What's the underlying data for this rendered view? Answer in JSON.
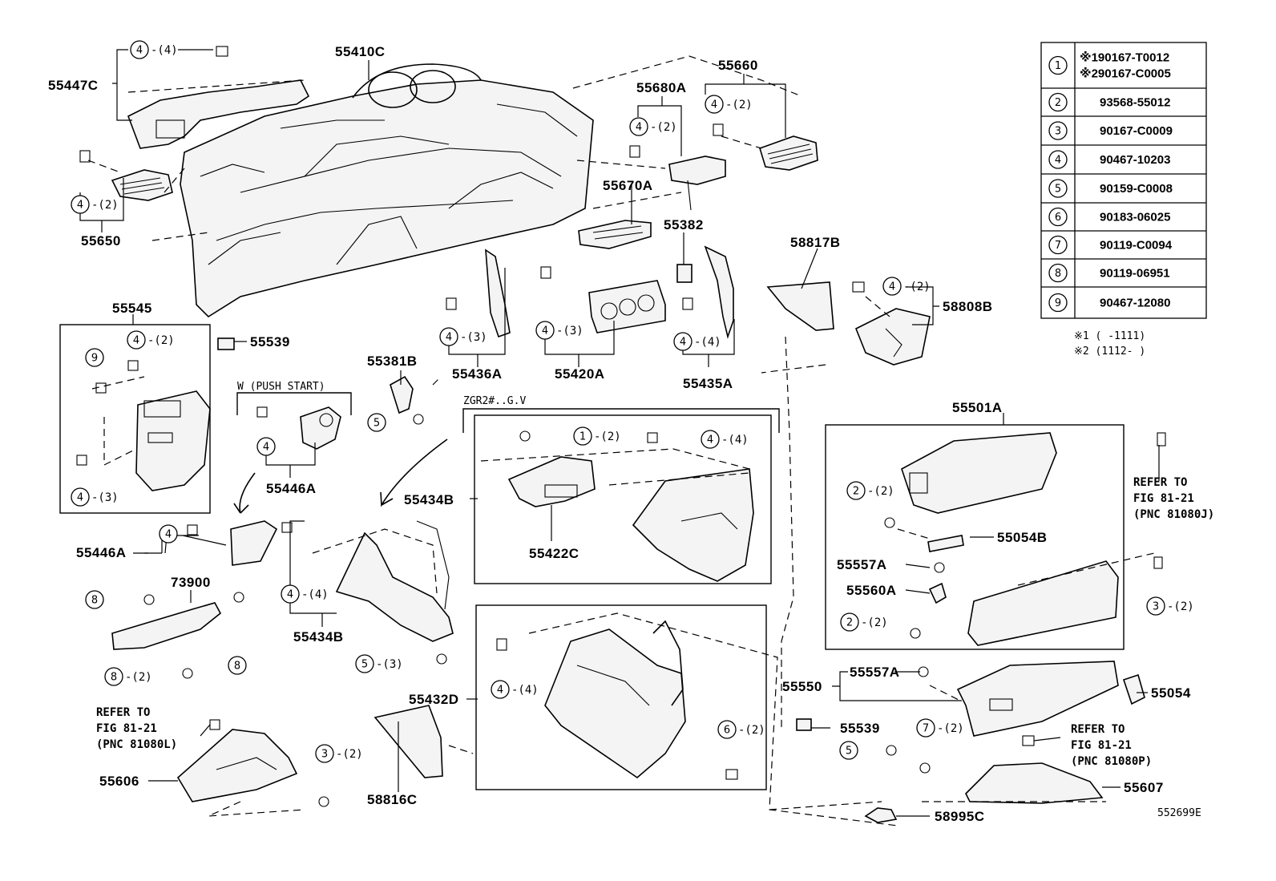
{
  "diagram_code": "552699E",
  "labels": {
    "p55447C": "55447C",
    "p55410C": "55410C",
    "p55660": "55660",
    "p55680A": "55680A",
    "p55650": "55650",
    "p55670A": "55670A",
    "p55382": "55382",
    "p58817B": "58817B",
    "p58808B": "58808B",
    "p55545": "55545",
    "p55539a": "55539",
    "p55436A": "55436A",
    "p55420A": "55420A",
    "p55435A": "55435A",
    "p55381B": "55381B",
    "p55446A_top": "55446A",
    "p55434B_top": "55434B",
    "p55501A": "55501A",
    "p55446A": "55446A",
    "p55422C": "55422C",
    "p55054B": "55054B",
    "p73900": "73900",
    "p55557A_a": "55557A",
    "p55560A": "55560A",
    "p55434B": "55434B",
    "p55432D": "55432D",
    "p55550": "55550",
    "p55557A_b": "55557A",
    "p55054": "55054",
    "p55539b": "55539",
    "p55606": "55606",
    "p58816C": "58816C",
    "p55607": "55607",
    "p58995C": "58995C"
  },
  "notes": {
    "push_start": "W (PUSH  START)",
    "zgr": "ZGR2#..G.V"
  },
  "refers": {
    "r81080L": [
      "REFER TO",
      "FIG 81-21",
      "(PNC 81080L)"
    ],
    "r81080J": [
      "REFER TO",
      "FIG 81-21",
      "(PNC 81080J)"
    ],
    "r81080P": [
      "REFER TO",
      "FIG 81-21",
      "(PNC 81080P)"
    ]
  },
  "callouts": [
    {
      "id": "c1",
      "num": "4",
      "qty": "(4)"
    },
    {
      "id": "c2",
      "num": "4",
      "qty": "(2)"
    },
    {
      "id": "c3",
      "num": "4",
      "qty": "(2)"
    },
    {
      "id": "c4",
      "num": "4",
      "qty": "(2)"
    },
    {
      "id": "c5",
      "num": "4",
      "qty": "(2)"
    },
    {
      "id": "c6",
      "num": "4",
      "qty": "(2)"
    },
    {
      "id": "c7",
      "num": "9",
      "qty": ""
    },
    {
      "id": "c8",
      "num": "4",
      "qty": "(3)"
    },
    {
      "id": "c9",
      "num": "4",
      "qty": "(3)"
    },
    {
      "id": "c10",
      "num": "4",
      "qty": "(4)"
    },
    {
      "id": "c11",
      "num": "4",
      "qty": "(3)"
    },
    {
      "id": "c12",
      "num": "5",
      "qty": ""
    },
    {
      "id": "c13",
      "num": "4",
      "qty": ""
    },
    {
      "id": "c14",
      "num": "1",
      "qty": "(2)"
    },
    {
      "id": "c15",
      "num": "4",
      "qty": "(4)"
    },
    {
      "id": "c16",
      "num": "4",
      "qty": ""
    },
    {
      "id": "c17",
      "num": "2",
      "qty": "(2)"
    },
    {
      "id": "c18",
      "num": "8",
      "qty": ""
    },
    {
      "id": "c19",
      "num": "8",
      "qty": ""
    },
    {
      "id": "c20",
      "num": "8",
      "qty": "(2)"
    },
    {
      "id": "c21",
      "num": "4",
      "qty": "(4)"
    },
    {
      "id": "c22",
      "num": "5",
      "qty": "(3)"
    },
    {
      "id": "c23",
      "num": "4",
      "qty": "(4)"
    },
    {
      "id": "c24",
      "num": "2",
      "qty": "(2)"
    },
    {
      "id": "c25",
      "num": "3",
      "qty": "(2)"
    },
    {
      "id": "c26",
      "num": "3",
      "qty": "(2)"
    },
    {
      "id": "c27",
      "num": "6",
      "qty": "(2)"
    },
    {
      "id": "c28",
      "num": "5",
      "qty": ""
    },
    {
      "id": "c29",
      "num": "7",
      "qty": "(2)"
    }
  ],
  "parts_table": [
    {
      "num": "1",
      "part": "※190167-T0012\n※290167-C0005"
    },
    {
      "num": "2",
      "part": "93568-55012"
    },
    {
      "num": "3",
      "part": "90167-C0009"
    },
    {
      "num": "4",
      "part": "90467-10203"
    },
    {
      "num": "5",
      "part": "90159-C0008"
    },
    {
      "num": "6",
      "part": "90183-06025"
    },
    {
      "num": "7",
      "part": "90119-C0094"
    },
    {
      "num": "8",
      "part": "90119-06951"
    },
    {
      "num": "9",
      "part": "90467-12080"
    }
  ],
  "table_notes": [
    "※1 (   -1111)",
    "※2 (1112-    )"
  ]
}
